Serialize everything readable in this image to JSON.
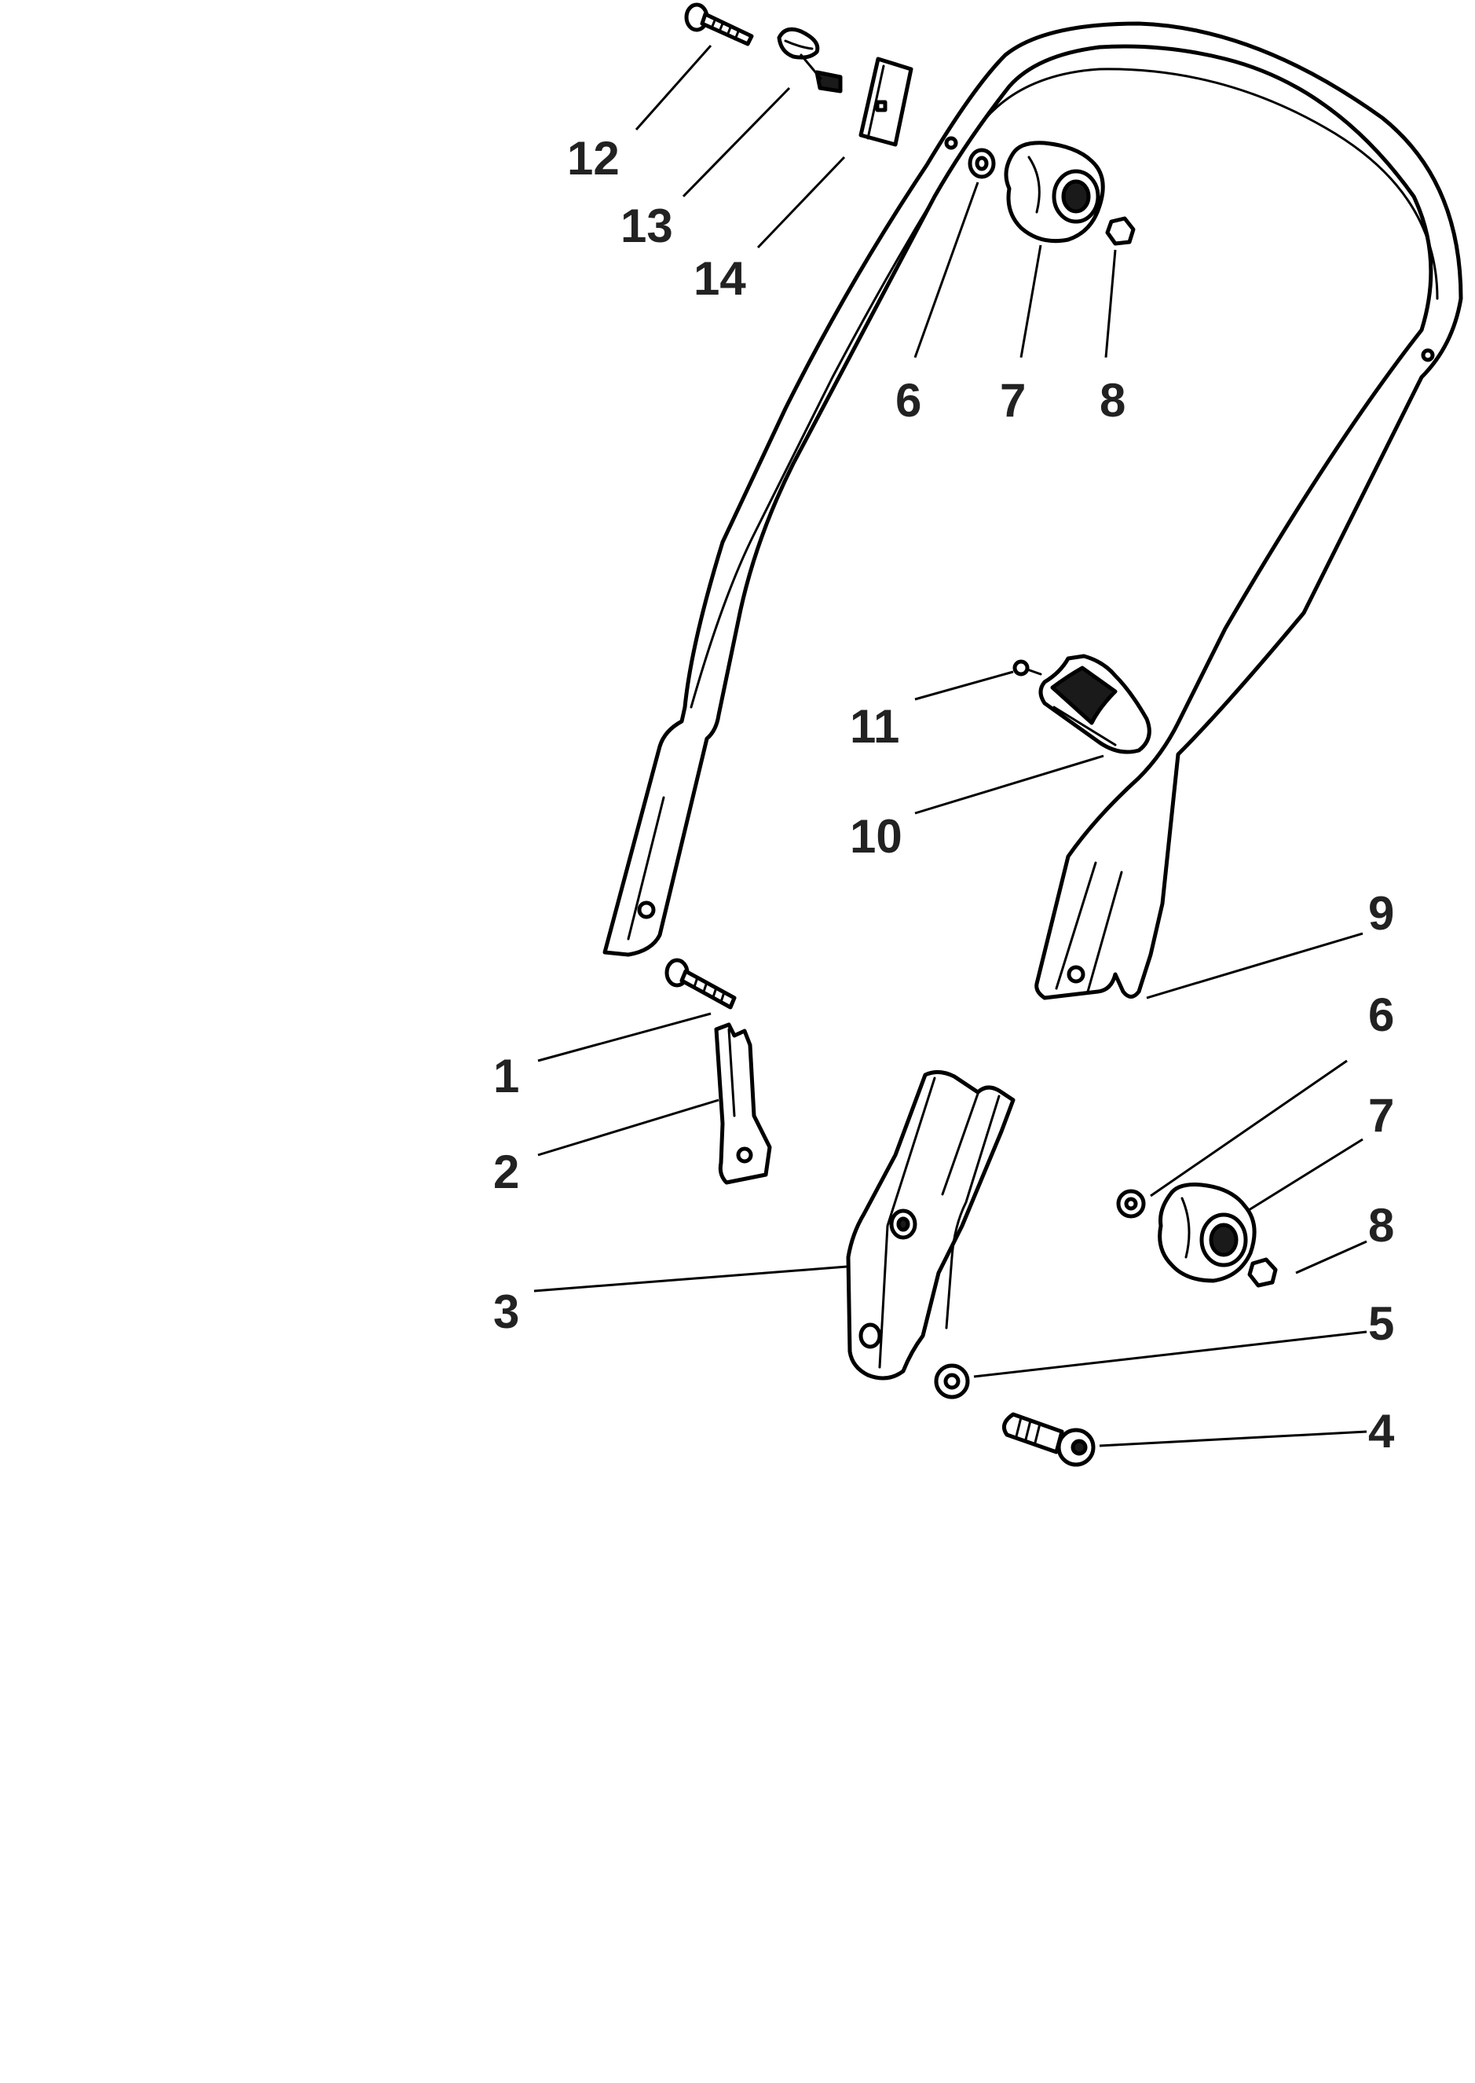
{
  "diagram": {
    "type": "exploded-parts-diagram",
    "background": "#ffffff",
    "line_color": "#000000",
    "callouts": [
      {
        "id": "c12",
        "label": "12"
      },
      {
        "id": "c13",
        "label": "13"
      },
      {
        "id": "c14",
        "label": "14"
      },
      {
        "id": "c6a",
        "label": "6"
      },
      {
        "id": "c7a",
        "label": "7"
      },
      {
        "id": "c8a",
        "label": "8"
      },
      {
        "id": "c11",
        "label": "11"
      },
      {
        "id": "c10",
        "label": "10"
      },
      {
        "id": "c9",
        "label": "9"
      },
      {
        "id": "c1",
        "label": "1"
      },
      {
        "id": "c2",
        "label": "2"
      },
      {
        "id": "c6b",
        "label": "6"
      },
      {
        "id": "c7b",
        "label": "7"
      },
      {
        "id": "c8b",
        "label": "8"
      },
      {
        "id": "c3",
        "label": "3"
      },
      {
        "id": "c5",
        "label": "5"
      },
      {
        "id": "c4",
        "label": "4"
      }
    ]
  }
}
